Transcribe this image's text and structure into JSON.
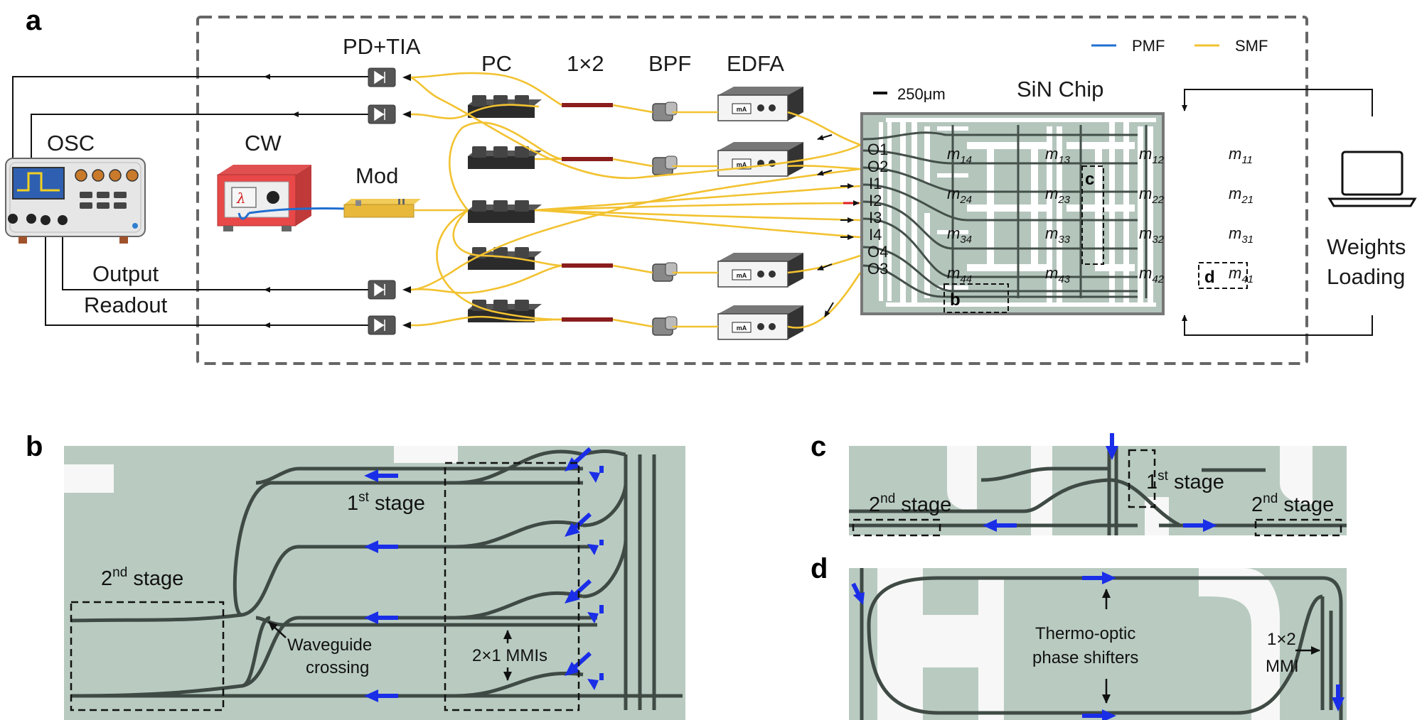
{
  "panel_labels": {
    "a": "a",
    "b": "b",
    "c": "c",
    "d": "d"
  },
  "legend": {
    "pmf": "PMF",
    "smf": "SMF",
    "pmf_color": "#1f6fd0",
    "smf_color": "#f2c230"
  },
  "devices": {
    "pd_tia": "PD+TIA",
    "pc": "PC",
    "splitter": "1×2",
    "bpf": "BPF",
    "edfa": "EDFA",
    "osc": "OSC",
    "cw": "CW",
    "mod": "Mod",
    "chip": "SiN Chip",
    "scale": "250μm",
    "edfa_display": "mA",
    "cw_symbol": "λ"
  },
  "readout": {
    "line1": "Output",
    "line2": "Readout"
  },
  "weights": {
    "line1": "Weights",
    "line2": "Loading"
  },
  "ports": [
    "O1",
    "O2",
    "I1",
    "I2",
    "I3",
    "I4",
    "O4",
    "O3"
  ],
  "matrix_elements": [
    {
      "base": "m",
      "sub": "14"
    },
    {
      "base": "m",
      "sub": "13"
    },
    {
      "base": "m",
      "sub": "12"
    },
    {
      "base": "m",
      "sub": "11"
    },
    {
      "base": "m",
      "sub": "24"
    },
    {
      "base": "m",
      "sub": "23"
    },
    {
      "base": "m",
      "sub": "22"
    },
    {
      "base": "m",
      "sub": "21"
    },
    {
      "base": "m",
      "sub": "34"
    },
    {
      "base": "m",
      "sub": "33"
    },
    {
      "base": "m",
      "sub": "32"
    },
    {
      "base": "m",
      "sub": "31"
    },
    {
      "base": "m",
      "sub": "44"
    },
    {
      "base": "m",
      "sub": "43"
    },
    {
      "base": "m",
      "sub": "42"
    },
    {
      "base": "m",
      "sub": "41"
    }
  ],
  "zoom_markers": {
    "b": "b",
    "c": "c",
    "d": "d"
  },
  "panel_b": {
    "stage1": {
      "num": "1",
      "sup": "st",
      "word": " stage"
    },
    "stage2": {
      "num": "2",
      "sup": "nd",
      "word": " stage"
    },
    "crossing": {
      "line1": "Waveguide",
      "line2": "crossing"
    },
    "mmi": "2×1 MMIs"
  },
  "panel_c": {
    "stage1": {
      "num": "1",
      "sup": "st",
      "word": " stage"
    },
    "stage2_left": {
      "num": "2",
      "sup": "nd",
      "word": " stage"
    },
    "stage2_right": {
      "num": "2",
      "sup": "nd",
      "word": " stage"
    }
  },
  "panel_d": {
    "shifters": {
      "line1": "Thermo-optic",
      "line2": "phase shifters"
    },
    "mmi": {
      "line1": "1×2",
      "line2": "MMI"
    }
  },
  "colors": {
    "signal_arrow": "#1a2ee8",
    "chip_bg": "#b4c5bc",
    "micro_bg": "#b9cbc1",
    "laser_red": "#e84848",
    "mod_gold": "#e8b83a",
    "input_arrow": "#e02020"
  }
}
